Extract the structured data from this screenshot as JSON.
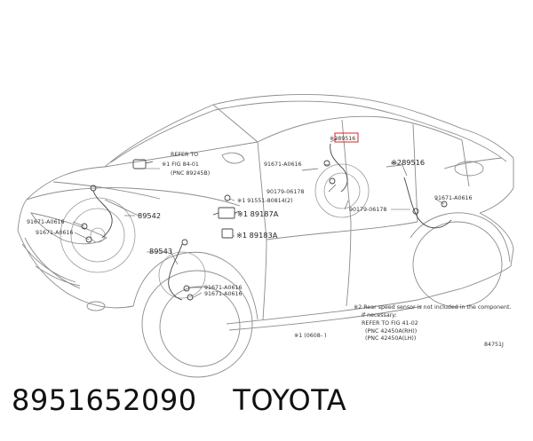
{
  "diagram": {
    "labels": {
      "refer_top_1": "REFER TO",
      "refer_top_2": "※1 FIG 84-01",
      "refer_top_3": "(PNC 89245B)",
      "p89516_highlight": "※289516",
      "p89516_rear": "※289516",
      "p91671_top": "91671-A0616",
      "p90179_a": "90179-06178",
      "p91551": "※1 91551-80814(2)",
      "p89187A": "※1 89187A",
      "p90179_b": "90179-06178",
      "p91671_right": "91671-A0616",
      "p91671_left_a": "91671-A0616",
      "p91671_left_b": "91671-A0616",
      "p89542": "89542",
      "p89543": "89543",
      "p89183A": "※1 89183A",
      "p91671_bottom_a": "91671-A0616",
      "p91671_bottom_b": "91671-A0616",
      "note_1": "※2 Rear speed sensor is not included in the component.",
      "note_2": "If necessary:",
      "note_3": "REFER TO FIG 41-02",
      "note_4": "(PNC 42450A(RH))",
      "note_5": "(PNC 42450A(LH))",
      "footnote": "※1 (0608-   )",
      "fig_code": "84751J"
    }
  },
  "footer": {
    "part_number": "8951652090",
    "brand": "TOYOTA"
  }
}
